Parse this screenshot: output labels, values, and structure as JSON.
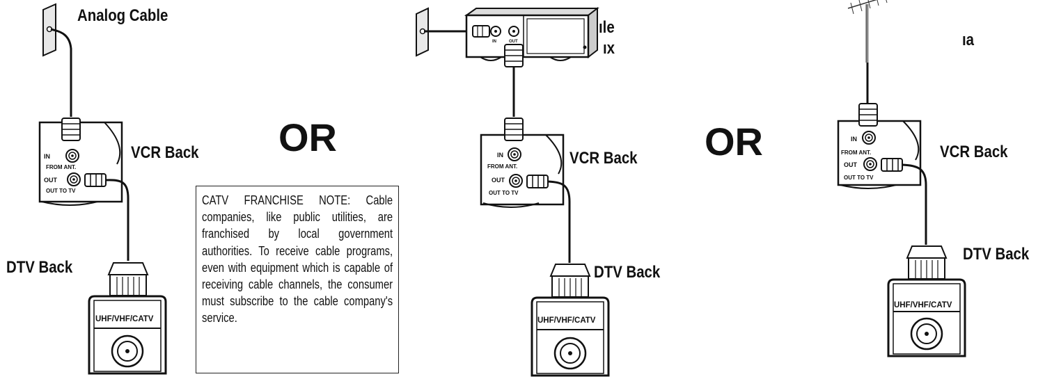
{
  "panel1": {
    "source_label": "Analog Cable",
    "vcr_label": "VCR Back",
    "dtv_label": "DTV Back"
  },
  "panel2": {
    "source_label_partial": "ıle",
    "source_label_partial2": "ıx",
    "vcr_label": "VCR Back",
    "dtv_label": "DTV Back",
    "box_in": "IN",
    "box_out": "OUT"
  },
  "panel3": {
    "source_label_partial": "ıa",
    "vcr_label": "VCR Back",
    "dtv_label": "DTV Back"
  },
  "or_text_1": "OR",
  "or_text_2": "OR",
  "vcr_jack": {
    "in": "IN",
    "from_ant": "FROM ANT.",
    "out": "OUT",
    "out_to_tv": "OUT TO TV"
  },
  "dtv_jack": {
    "label": "UHF/VHF/CATV"
  },
  "note": "CATV FRANCHISE NOTE: Cable companies, like public utilities, are franchised by local government authorities. To receive cable programs, even with equipment which is capable of receiving cable channels, the consumer must subscribe to the cable company's service."
}
